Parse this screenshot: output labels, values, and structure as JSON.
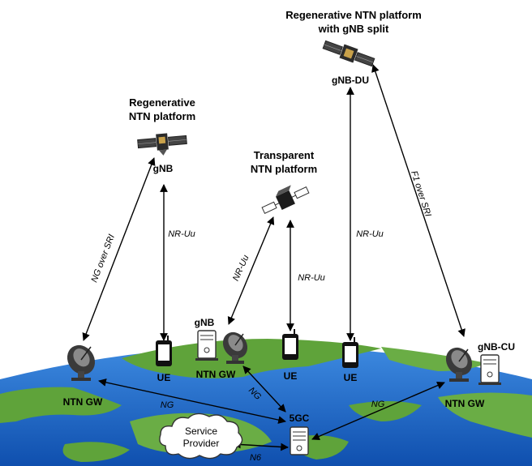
{
  "platforms": {
    "regenerative": {
      "title_line1": "Regenerative",
      "title_line2": "NTN platform",
      "node_label": "gNB"
    },
    "transparent": {
      "title_line1": "Transparent",
      "title_line2": "NTN platform"
    },
    "regenerative_split": {
      "title_line1": "Regenerative NTN platform",
      "title_line2": "with gNB split",
      "node_label": "gNB-DU"
    }
  },
  "ground": {
    "ntn_gw": "NTN GW",
    "ue": "UE",
    "gnb": "gNB",
    "gnb_cu": "gNB-CU",
    "core": "5GC",
    "service_provider_line1": "Service",
    "service_provider_line2": "Provider"
  },
  "links": {
    "ng_over_sri": "NG over SRI",
    "nr_uu": "NR-Uu",
    "f1_over_sri": "F1 over SRI",
    "ng": "NG",
    "n6": "N6"
  },
  "colors": {
    "ocean": "#1e63c4",
    "land": "#5fa33a",
    "line": "#000000"
  },
  "icons": [
    "satellite-icon",
    "ground-antenna-icon",
    "phone-icon",
    "server-icon",
    "cloud-icon"
  ]
}
